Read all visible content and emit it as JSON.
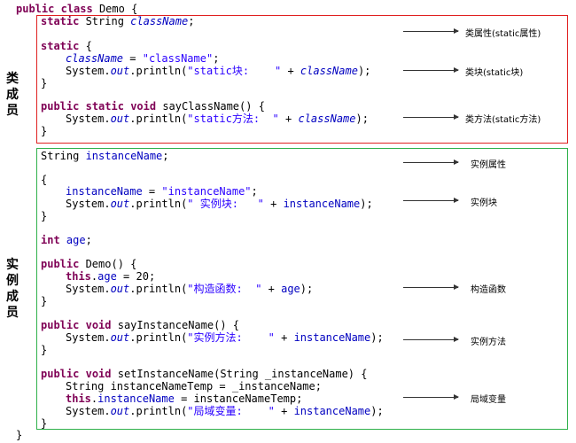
{
  "code": {
    "l_class_open": [
      "public",
      " ",
      "class",
      " Demo {"
    ],
    "l_static_field": [
      "static",
      " String ",
      "className",
      ";"
    ],
    "l_static_block_open": [
      "static",
      " {"
    ],
    "l_static_assign": [
      "className",
      " = ",
      "\"className\"",
      ";"
    ],
    "l_static_print": [
      "System.",
      "out",
      ".println(",
      "\"static块:    \"",
      " + ",
      "className",
      ");"
    ],
    "l_close": "}",
    "l_static_method": [
      "public",
      " ",
      "static",
      " ",
      "void",
      " sayClassName() {"
    ],
    "l_static_method_print": [
      "System.",
      "out",
      ".println(",
      "\"static方法:  \"",
      " + ",
      "className",
      ");"
    ],
    "l_inst_field": [
      "String ",
      "instanceName",
      ";"
    ],
    "l_open": "{",
    "l_inst_assign": [
      "instanceName",
      " = ",
      "\"instanceName\"",
      ";"
    ],
    "l_inst_print": [
      "System.",
      "out",
      ".println(",
      "\" 实例块:   \"",
      " + ",
      "instanceName",
      ");"
    ],
    "l_age_field": [
      "int",
      " ",
      "age",
      ";"
    ],
    "l_ctor": [
      "public",
      " Demo() {"
    ],
    "l_ctor_assign": [
      "this",
      ".",
      "age",
      " = 20;"
    ],
    "l_ctor_print": [
      "System.",
      "out",
      ".println(",
      "\"构造函数:  \"",
      " + ",
      "age",
      ");"
    ],
    "l_inst_method": [
      "public",
      " ",
      "void",
      " sayInstanceName() {"
    ],
    "l_inst_method_print": [
      "System.",
      "out",
      ".println(",
      "\"实例方法:    \"",
      " + ",
      "instanceName",
      ");"
    ],
    "l_setter": [
      "public",
      " ",
      "void",
      " setInstanceName(String _instanceName) {"
    ],
    "l_setter_local": "String instanceNameTemp = _instanceName;",
    "l_setter_assign": [
      "this",
      ".",
      "instanceName",
      " = instanceNameTemp;"
    ],
    "l_setter_print": [
      "System.",
      "out",
      ".println(",
      "\"局域变量:    \"",
      " + ",
      "instanceName",
      ");"
    ]
  },
  "labels": {
    "class_members": "类成员",
    "instance_members": "实例成员"
  },
  "annotations": {
    "class_field": "类属性(static属性)",
    "class_block": "类块(static块)",
    "class_method": "类方法(static方法)",
    "instance_field": "实例属性",
    "instance_block": "实例块",
    "constructor": "构造函数",
    "instance_method": "实例方法",
    "local_variable": "局域变量"
  },
  "colors": {
    "keyword": "#7f0055",
    "field": "#0000c0",
    "string": "#2a00ff",
    "class_box": "#e02020",
    "instance_box": "#2fb04a"
  }
}
